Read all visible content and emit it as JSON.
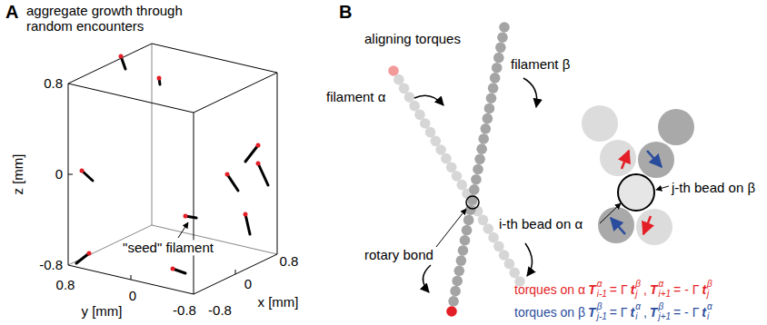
{
  "diagram": {
    "labels": [
      "A",
      "aggregate growth through random encounters",
      "0.8",
      "0",
      "-0.8",
      "z [mm]",
      "0.8",
      "0",
      "-0.8",
      "y [mm]",
      "-0.8",
      "0",
      "0.8",
      "x [mm]",
      "\"seed\" filament",
      "B",
      "aligning torques",
      "filament α",
      "filament β",
      "rotary bond",
      "i-th bead on α",
      "j-th bead on β",
      "torques on α",
      "T",
      "α",
      "i-1",
      "= Γ",
      "t",
      "β",
      "j",
      ",",
      "T",
      "α",
      "i+1",
      "= - Γ",
      "t",
      "β",
      "j",
      "torques on β",
      "T",
      "β",
      "j-1",
      "= Γ",
      "t",
      "α",
      "i",
      ",",
      "T",
      "β",
      "j+1",
      "= - Γ",
      "t",
      "α",
      "i"
    ]
  }
}
